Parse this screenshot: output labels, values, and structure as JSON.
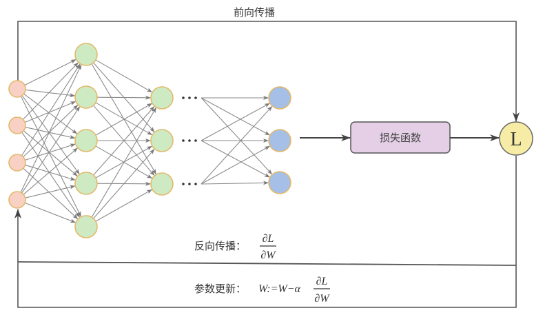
{
  "title": "神经网络前向传播与反向传播示意图",
  "labels": {
    "forward": "前向传播",
    "loss_function": "损失函数",
    "loss_symbol": "L",
    "backward_prefix": "反向传播：",
    "update_prefix": "参数更新：",
    "update_lhs": "W:=W−α",
    "partial_numerator": "∂L",
    "partial_denominator": "∂W",
    "ellipsis": "•••"
  },
  "network": {
    "layers": [
      {
        "name": "input",
        "nodes": 4,
        "color": "#f9d0c4"
      },
      {
        "name": "hidden-1",
        "nodes": 5,
        "color": "#cdeac3"
      },
      {
        "name": "hidden-2",
        "nodes": 3,
        "color": "#cdeac3"
      },
      {
        "name": "output",
        "nodes": 3,
        "color": "#a6bfe6"
      }
    ],
    "node_border_color": "#e3b96a",
    "edge_color": "#8a8a8a"
  },
  "colors": {
    "loss_box_fill": "#e4cfe6",
    "loss_box_border": "#555555",
    "loss_node_fill": "#f7eca6",
    "loss_node_border": "#666666",
    "line_color": "#555555"
  }
}
